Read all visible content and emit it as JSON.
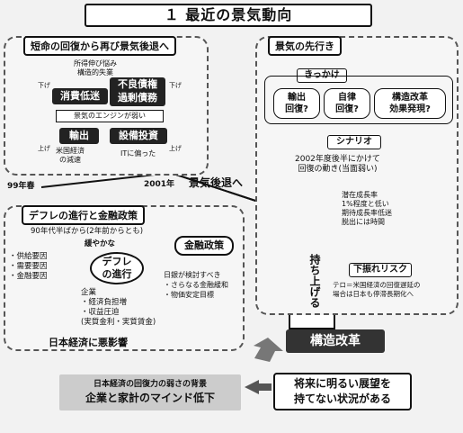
{
  "title": "１ 最近の景気動向",
  "left_top": {
    "heading": "短命の回復から再び景気後退へ",
    "note_line1": "所得伸び悩み",
    "note_line2": "構造的失業",
    "down_label_l": "下げ",
    "down_label_r": "下げ",
    "box_consumption": "消費低迷",
    "box_debt_line1": "不良債権",
    "box_debt_line2": "過剰債務",
    "engine_label": "景気のエンジンが弱い",
    "up_label_l": "上げ",
    "up_label_r": "上げ",
    "box_export": "輸出",
    "box_capex": "設備投資",
    "export_note_line1": "米国経済",
    "export_note_line2": "の減速",
    "capex_note": "ITに偏った"
  },
  "timeline": {
    "start": "99年春",
    "mid": "2001年",
    "recession": "景気後退へ"
  },
  "right_top": {
    "heading": "景気の先行き",
    "trigger": "きっかけ",
    "bubble1_line1": "輸出",
    "bubble1_line2": "回復?",
    "bubble2_line1": "自律",
    "bubble2_line2": "回復?",
    "bubble3_line1": "構造改革",
    "bubble3_line2": "効果発現?",
    "scenario": "シナリオ",
    "scenario_text_line1": "2002年度後半にかけて",
    "scenario_text_line2": "回復の動き(当面弱い)",
    "growth_line1": "潜在成長率",
    "growth_line2": "1%程度と低い",
    "growth_line3": "期待成長率低迷",
    "growth_line4": "脱出には時間",
    "lift": "持ち上げる",
    "risk": "下振れリスク",
    "risk_text_line1": "テロ＝米国経済の回復遅延の",
    "risk_text_line2": "場合は日本も停滞長期化へ",
    "reform": "構造改革"
  },
  "left_bottom": {
    "heading": "デフレの進行と金融政策",
    "period": "90年代半ばから(2年前からとも)",
    "mild": "緩やかな",
    "factor1": "・供給要因",
    "factor2": "・需要要因",
    "factor3": "・金融要因",
    "deflation_line1": "デフレ",
    "deflation_line2": "の進行",
    "corp": "企業",
    "corp1": "・経済負担増",
    "corp2": "・収益圧迫",
    "corp3": "(実質金利・実質賃金)",
    "impact": "日本経済に悪影響",
    "policy": "金融政策",
    "policy1": "日銀が検討すべき",
    "policy2": "・さらなる金融緩和",
    "policy3": "・物価安定目標"
  },
  "bottom": {
    "left_line1": "日本経済の回復力の弱さの背景",
    "left_line2": "企業と家計のマインド低下",
    "right_line1": "将来に明るい展望を",
    "right_line2": "持てない状況がある"
  }
}
